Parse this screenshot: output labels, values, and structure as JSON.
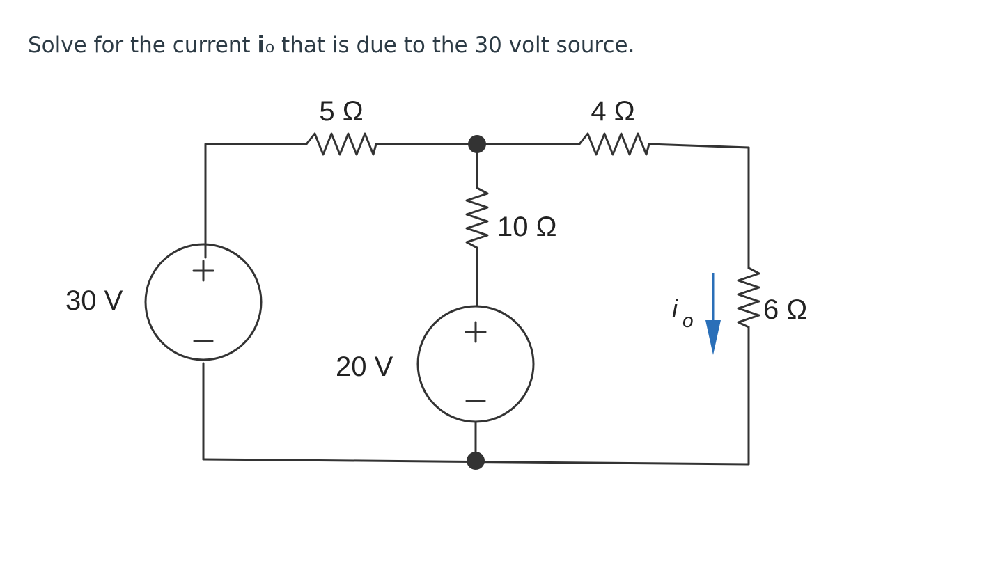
{
  "question": {
    "prefix": "Solve for the current ",
    "variable": "i",
    "variable_subscript": "o",
    "suffix": " that is due to the 30 volt source."
  },
  "circuit": {
    "resistors": {
      "r1": "5 Ω",
      "r2": "4 Ω",
      "r3": "10 Ω",
      "r4": "6 Ω"
    },
    "sources": {
      "v1": "30 V",
      "v2": "20 V"
    },
    "polarity": {
      "plus": "+",
      "minus": "−"
    },
    "current": {
      "symbol": "i",
      "subscript": "o"
    },
    "colors": {
      "wire": "#333333",
      "current_arrow": "#2a6fb8",
      "question_text": "#2d3b45"
    }
  }
}
